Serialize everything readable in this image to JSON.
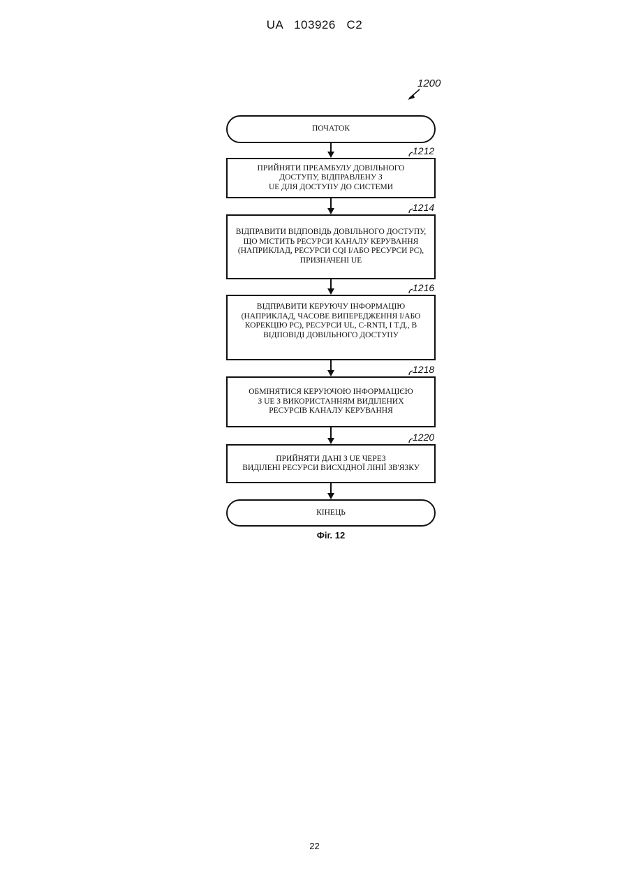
{
  "header": {
    "text": "UA   103926   C2"
  },
  "figure": {
    "ref": "1200",
    "caption": "Фіг. 12"
  },
  "nodes": {
    "start": {
      "text": "ПОЧАТОК"
    },
    "step1212": {
      "ref": "1212",
      "text": "ПРИЙНЯТИ ПРЕАМБУЛУ ДОВІЛЬНОГО\nДОСТУПУ, ВІДПРАВЛЕНУ З\nUE ДЛЯ ДОСТУПУ ДО СИСТЕМИ"
    },
    "step1214": {
      "ref": "1214",
      "text": "ВІДПРАВИТИ ВІДПОВІДЬ ДОВІЛЬНОГО ДОСТУПУ,\nЩО МІСТИТЬ РЕСУРСИ КАНАЛУ КЕРУВАННЯ\n(НАПРИКЛАД, РЕСУРСИ CQI І/АБО РЕСУРСИ PC),\nПРИЗНАЧЕНІ UE"
    },
    "step1216": {
      "ref": "1216",
      "text": "ВІДПРАВИТИ КЕРУЮЧУ ІНФОРМАЦІЮ\n(НАПРИКЛАД, ЧАСОВЕ ВИПЕРЕДЖЕННЯ І/АБО\nКОРЕКЦІЮ PC), РЕСУРСИ UL, C-RNTI, І Т.Д., В\nВІДПОВІДІ ДОВІЛЬНОГО ДОСТУПУ"
    },
    "step1218": {
      "ref": "1218",
      "text": "ОБМІНЯТИСЯ КЕРУЮЧОЮ ІНФОРМАЦІЄЮ\nЗ UE З ВИКОРИСТАННЯМ ВИДІЛЕНИХ\nРЕСУРСІВ КАНАЛУ КЕРУВАННЯ"
    },
    "step1220": {
      "ref": "1220",
      "text": "ПРИЙНЯТИ ДАНІ З UE ЧЕРЕЗ\nВИДІЛЕНІ РЕСУРСИ ВИСХІДНОЇ ЛІНІЇ ЗВ'ЯЗКУ"
    },
    "end": {
      "text": "КІНЕЦЬ"
    }
  },
  "page_number": "22"
}
